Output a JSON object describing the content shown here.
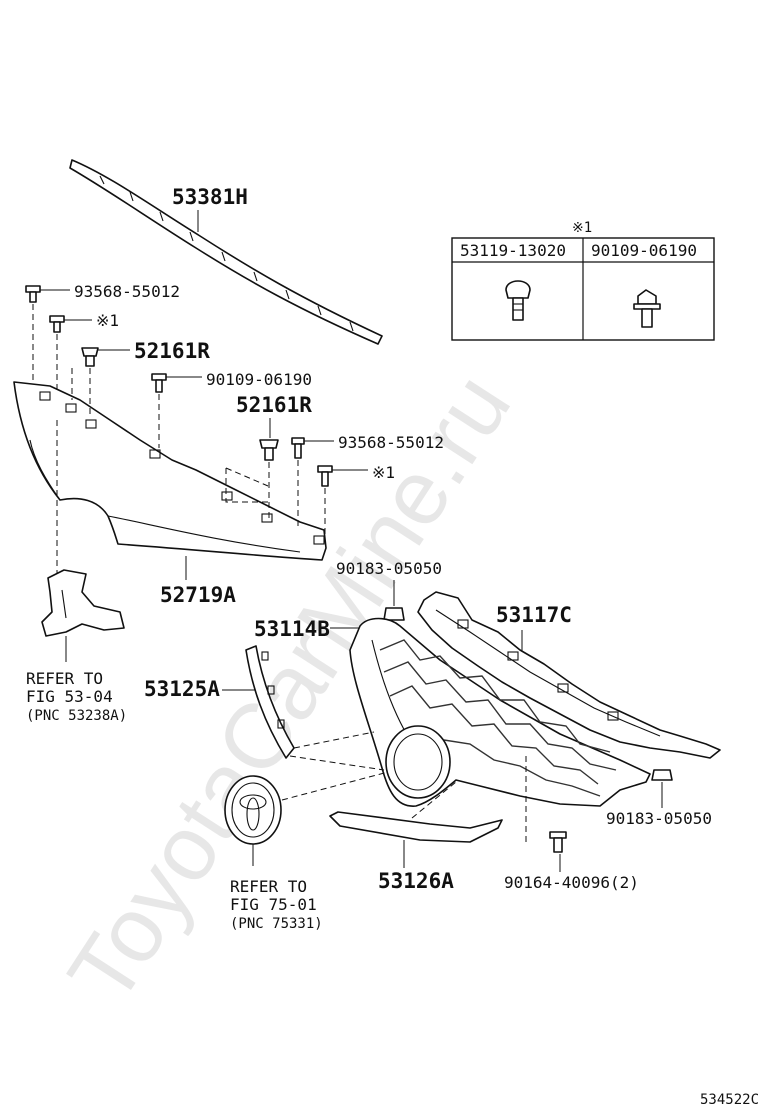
{
  "watermark": "ToyotaCarMine.ru",
  "diagram_id": "534522C",
  "parts": {
    "molding_top": "53381H",
    "bolt_a1": "93568-55012",
    "note_mark_1": "※1",
    "retainer_a": "52161R",
    "bolt_b1": "90109-06190",
    "retainer_b": "52161R",
    "bolt_a2": "93568-55012",
    "note_mark_2": "※1",
    "lower_panel": "52719A",
    "nut_top": "90183-05050",
    "grille_outer": "53114B",
    "grille_upper": "53117C",
    "side_molding": "53125A",
    "nut_right": "90183-05050",
    "lower_molding": "53126A",
    "screw_bottom": "90164-40096(2)"
  },
  "refs": {
    "ref1": [
      "REFER TO",
      "FIG 53-04",
      "(PNC 53238A)"
    ],
    "ref2": [
      "REFER TO",
      "FIG 75-01",
      "(PNC 75331)"
    ]
  },
  "note_box": {
    "mark": "※1",
    "col1": "53119-13020",
    "col2": "90109-06190"
  }
}
